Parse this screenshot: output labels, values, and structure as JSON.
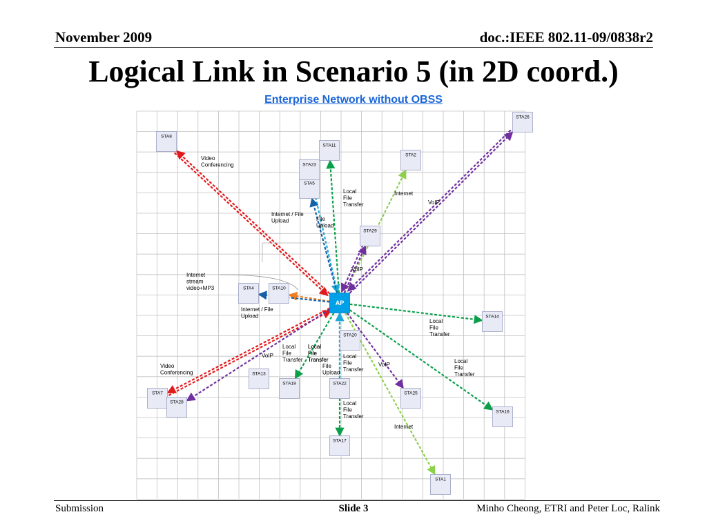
{
  "header": {
    "date": "November 2009",
    "doc": "doc.:IEEE 802.11-09/0838r2"
  },
  "title": "Logical Link in Scenario 5 (in 2D coord.)",
  "subtitle": "Enterprise Network without OBSS",
  "footer": {
    "left": "Submission",
    "center": "Slide 3",
    "right": "Minho Cheong, ETRI and Peter Loc, Ralink"
  },
  "colors": {
    "red": "#e31a1c",
    "green": "#0aa04a",
    "lightgreen": "#8cd14a",
    "purple": "#7030a0",
    "blue": "#1560a8",
    "cyan": "#1ea8d8",
    "orange": "#ef7d22",
    "ap": "#00a0e8",
    "node_bg": "#e8eaf6"
  },
  "nodes": [
    {
      "id": "AP",
      "label": "AP",
      "ap": true
    },
    {
      "id": "STA1",
      "label": "STA1"
    },
    {
      "id": "STA2",
      "label": "STA2"
    },
    {
      "id": "STA4",
      "label": "STA4"
    },
    {
      "id": "STA5",
      "label": "STA5"
    },
    {
      "id": "STA7",
      "label": "STA7"
    },
    {
      "id": "STA8",
      "label": "STA8"
    },
    {
      "id": "STA10",
      "label": "STA10"
    },
    {
      "id": "STA11",
      "label": "STA11"
    },
    {
      "id": "STA13",
      "label": "STA13"
    },
    {
      "id": "STA14",
      "label": "STA14"
    },
    {
      "id": "STA16",
      "label": "STA16"
    },
    {
      "id": "STA17",
      "label": "STA17"
    },
    {
      "id": "STA19",
      "label": "STA19"
    },
    {
      "id": "STA20",
      "label": "STA20"
    },
    {
      "id": "STA22",
      "label": "STA22"
    },
    {
      "id": "STA23",
      "label": "STA23"
    },
    {
      "id": "STA25",
      "label": "STA25"
    },
    {
      "id": "STA26",
      "label": "STA26"
    },
    {
      "id": "STA28",
      "label": "STA28"
    },
    {
      "id": "STA29",
      "label": "STA29"
    }
  ],
  "links": [
    {
      "from": "AP",
      "to": "STA8",
      "color": "red"
    },
    {
      "from": "STA8",
      "to": "AP",
      "color": "red"
    },
    {
      "from": "AP",
      "to": "STA11",
      "color": "green"
    },
    {
      "from": "STA23",
      "to": "AP",
      "color": "cyan"
    },
    {
      "from": "AP",
      "to": "STA5",
      "color": "blue"
    },
    {
      "from": "AP",
      "to": "STA2",
      "color": "lightgreen"
    },
    {
      "from": "AP",
      "to": "STA26",
      "color": "purple"
    },
    {
      "from": "STA26",
      "to": "AP",
      "color": "purple"
    },
    {
      "from": "AP",
      "to": "STA29",
      "color": "purple"
    },
    {
      "from": "STA29",
      "to": "AP",
      "color": "purple"
    },
    {
      "from": "AP",
      "to": "STA10",
      "color": "orange"
    },
    {
      "from": "AP",
      "to": "STA4",
      "color": "blue"
    },
    {
      "from": "AP",
      "to": "STA14",
      "color": "green"
    },
    {
      "from": "AP",
      "to": "STA16",
      "color": "green"
    },
    {
      "from": "AP",
      "to": "STA1",
      "color": "lightgreen"
    },
    {
      "from": "AP",
      "to": "STA25",
      "color": "purple"
    },
    {
      "from": "AP",
      "to": "STA17",
      "color": "green"
    },
    {
      "from": "STA22",
      "to": "AP",
      "color": "cyan"
    },
    {
      "from": "AP",
      "to": "STA19",
      "color": "green"
    },
    {
      "from": "AP",
      "to": "STA7",
      "color": "red"
    },
    {
      "from": "STA7",
      "to": "AP",
      "color": "red"
    },
    {
      "from": "AP",
      "to": "STA28",
      "color": "purple"
    }
  ],
  "labels": [
    "Video\nConferencing",
    "Local\nFile\nTransfer",
    "Internet",
    "VoIP",
    "Internet / File\nUpload",
    "File\nUpload",
    "VoIP",
    "Internet\nstream\nvideo+MP3",
    "Internet / File\nUpload",
    "Local\nFile\nTransfer",
    "Local\nFile\nTransfer",
    "Local\nFile\nTransfer",
    "VoIP",
    "Local\nFile\nTransfer",
    "File\nUpload",
    "Local\nFile\nTransfer",
    "VoIP",
    "Local\nFile\nTransfer",
    "Video\nConferencing",
    "Local\nFile\nTransfer",
    "Internet"
  ]
}
